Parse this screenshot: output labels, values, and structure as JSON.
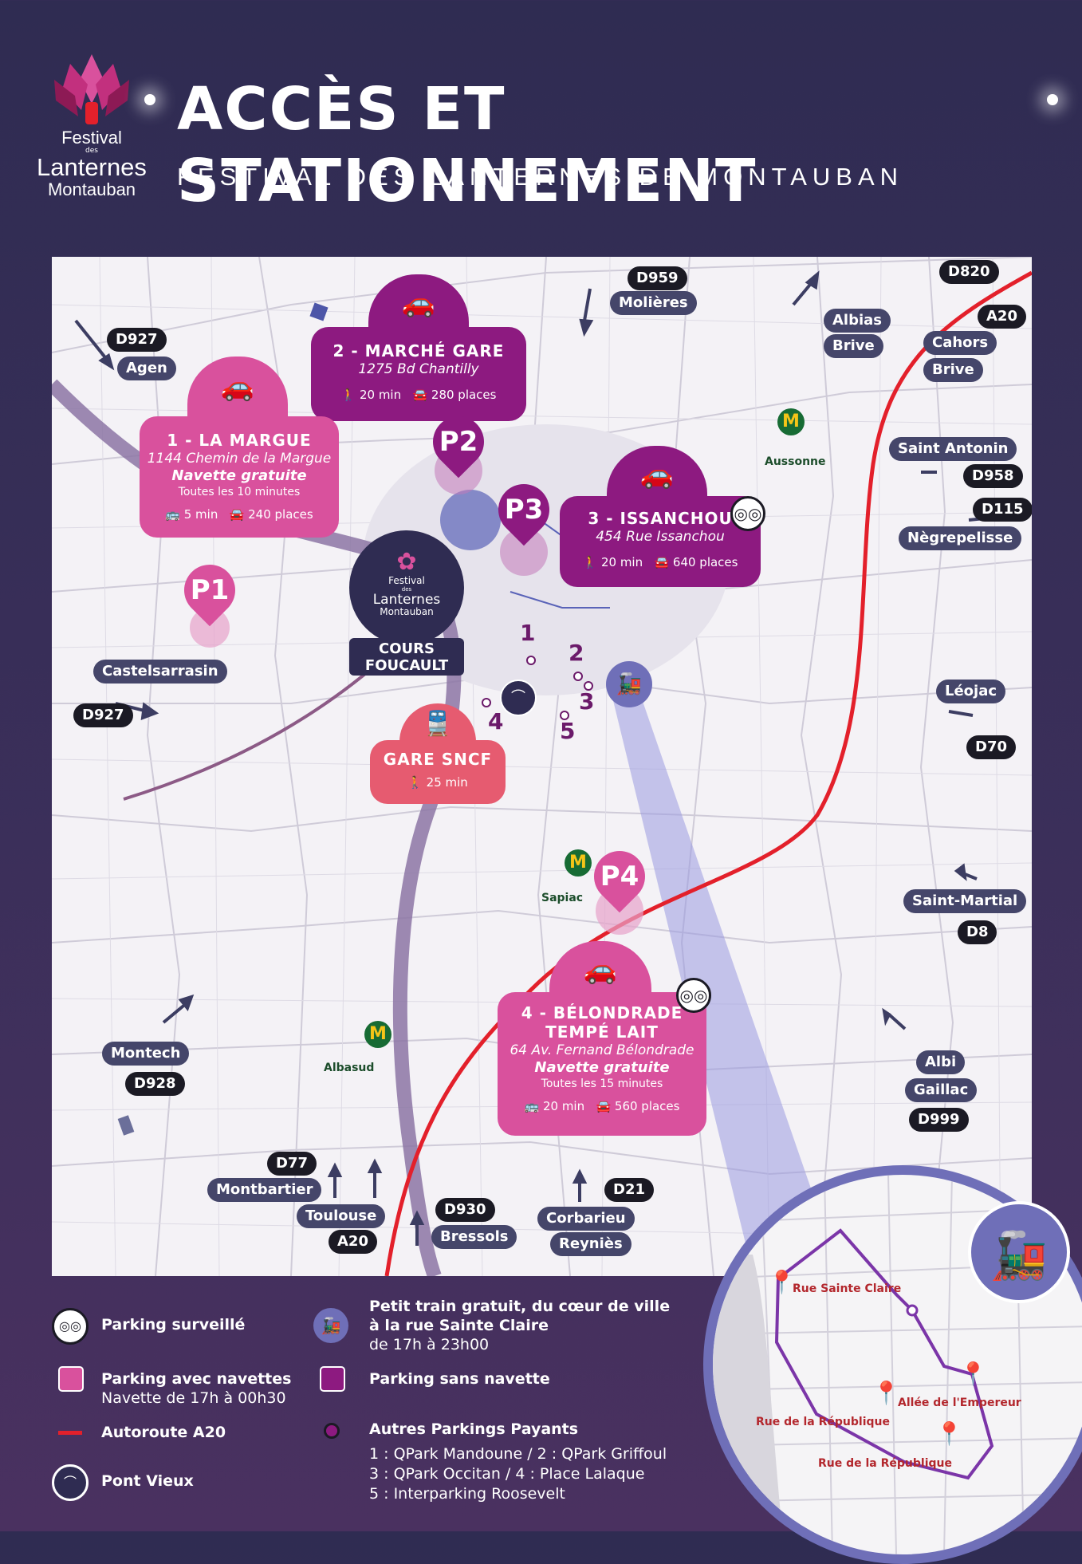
{
  "header": {
    "logo_line1": "Festival",
    "logo_line2": "des",
    "logo_line3": "Lanternes",
    "logo_line4": "Montauban",
    "title": "ACCÈS ET STATIONNEMENT",
    "subtitle": "FESTIVAL DES LANTERNES DE MONTAUBAN"
  },
  "colors": {
    "parking_shuttle": "#d9519d",
    "parking_no_shuttle": "#8d1a80",
    "train_station": "#e65b70",
    "highway": "#e3202b",
    "background": "#34305a"
  },
  "roads": {
    "d959": "D959",
    "molieres": "Molières",
    "d820": "D820",
    "albias": "Albias",
    "brive1": "Brive",
    "a20_ne": "A20",
    "cahors": "Cahors",
    "brive2": "Brive",
    "d927_n": "D927",
    "agen": "Agen",
    "saint_antonin": "Saint Antonin",
    "d958": "D958",
    "d115": "D115",
    "negrepelisse": "Nègrepelisse",
    "castelsarrasin": "Castelsarrasin",
    "d927_w": "D927",
    "leojac": "Léojac",
    "d70": "D70",
    "saint_martial": "Saint-Martial",
    "d8": "D8",
    "montech": "Montech",
    "d928": "D928",
    "albi": "Albi",
    "gaillac": "Gaillac",
    "d999": "D999",
    "d77": "D77",
    "montbartier": "Montbartier",
    "toulouse": "Toulouse",
    "a20_s": "A20",
    "d930": "D930",
    "bressols": "Bressols",
    "d21": "D21",
    "corbarieu": "Corbarieu",
    "reynies": "Reyniès"
  },
  "parkings": {
    "p1": {
      "pin": "P1",
      "title": "1 - LA MARGUE",
      "address": "1144 Chemin de la Margue",
      "shuttle": "Navette gratuite",
      "frequency": "Toutes les 10 minutes",
      "time": "5 min",
      "places": "240 places"
    },
    "p2": {
      "pin": "P2",
      "title": "2 - MARCHÉ GARE",
      "address": "1275 Bd Chantilly",
      "time": "20 min",
      "places": "280 places"
    },
    "p3": {
      "pin": "P3",
      "title": "3 - ISSANCHOU",
      "address": "454 Rue Issanchou",
      "time": "20 min",
      "places": "640 places"
    },
    "p4": {
      "pin": "P4",
      "title_line1": "4 - BÉLONDRADE",
      "title_line2": "TEMPÉ LAIT",
      "address": "64 Av. Fernand Bélondrade",
      "shuttle": "Navette gratuite",
      "frequency": "Toutes les 15 minutes",
      "time": "20 min",
      "places": "560 places"
    }
  },
  "venue": {
    "logo_line1": "Festival",
    "logo_line2": "des",
    "logo_line3": "Lanternes",
    "logo_line4": "Montauban",
    "name_line1": "COURS",
    "name_line2": "FOUCAULT"
  },
  "gare": {
    "title": "GARE SNCF",
    "time": "25 min"
  },
  "places": {
    "ausonne": "Aussonne",
    "sapiac": "Sapiac",
    "albasud": "Albasud"
  },
  "numbers": [
    "1",
    "2",
    "3",
    "4",
    "5"
  ],
  "legend": {
    "surveille": "Parking surveillé",
    "train_line1": "Petit train gratuit, du cœur de ville",
    "train_line2": "à la rue Sainte Claire",
    "train_line3": "de 17h à 23h00",
    "navettes": "Parking avec navettes",
    "navettes_sub": "Navette de 17h à 00h30",
    "sans_navette": "Parking sans navette",
    "autoroute": "Autoroute A20",
    "autres": "Autres Parkings Payants",
    "autres_1": "1 : QPark Mandoune / 2 : QPark Griffoul",
    "autres_2": "3 : QPark Occitan / 4 : Place Lalaque",
    "autres_3": "5 : Interparking Roosevelt",
    "pont_vieux": "Pont Vieux"
  },
  "inset": {
    "rue_sainte_claire": "Rue Sainte Claire",
    "allee_empereur": "Allée de l'Empereur",
    "rue_republique_1": "Rue de la République",
    "rue_republique_2": "Rue de la République"
  }
}
